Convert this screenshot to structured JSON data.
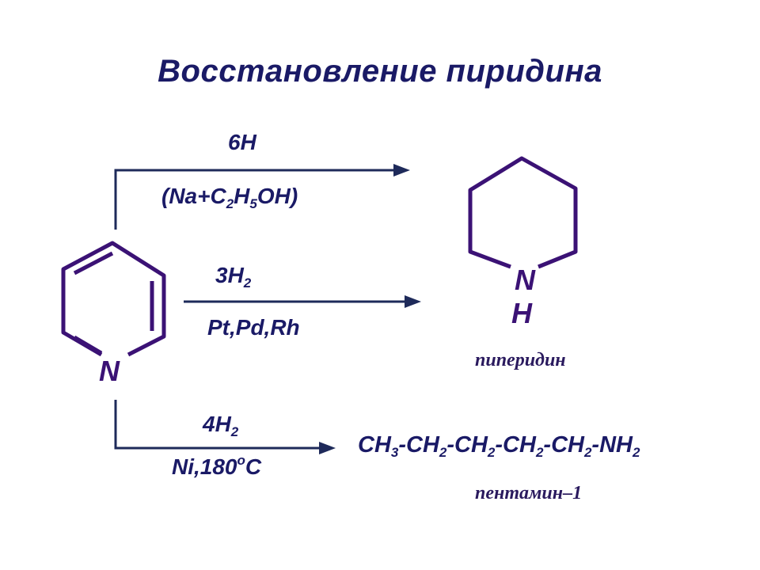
{
  "title": "Восстановление пиридина",
  "pyridine": {
    "atom": "N"
  },
  "piperidine": {
    "atom_n": "N",
    "atom_h": "H",
    "name": "пиперидин"
  },
  "reaction1": {
    "reagent": "6H",
    "condition": {
      "open": "(Na+C",
      "s1": "2",
      "mid": "H",
      "s2": "5",
      "close": "OH)"
    }
  },
  "reaction2": {
    "reagent": {
      "base": "3H",
      "sub": "2"
    },
    "condition": "Pt,Pd,Rh"
  },
  "reaction3": {
    "reagent": {
      "base": "4H",
      "sub": "2"
    },
    "condition": {
      "base": "Ni,180",
      "sup": "o",
      "unit": "C"
    }
  },
  "pentamine": {
    "formula": [
      {
        "t": "CH",
        "s": "3"
      },
      {
        "t": "-CH",
        "s": "2"
      },
      {
        "t": "-CH",
        "s": "2"
      },
      {
        "t": "-CH",
        "s": "2"
      },
      {
        "t": "-CH",
        "s": "2"
      },
      {
        "t": "-NH",
        "s": "2"
      }
    ],
    "name": "пентамин–1"
  },
  "colors": {
    "ring": "#3b1275",
    "arrow": "#1e2a5a",
    "text": "#1a1a66"
  }
}
